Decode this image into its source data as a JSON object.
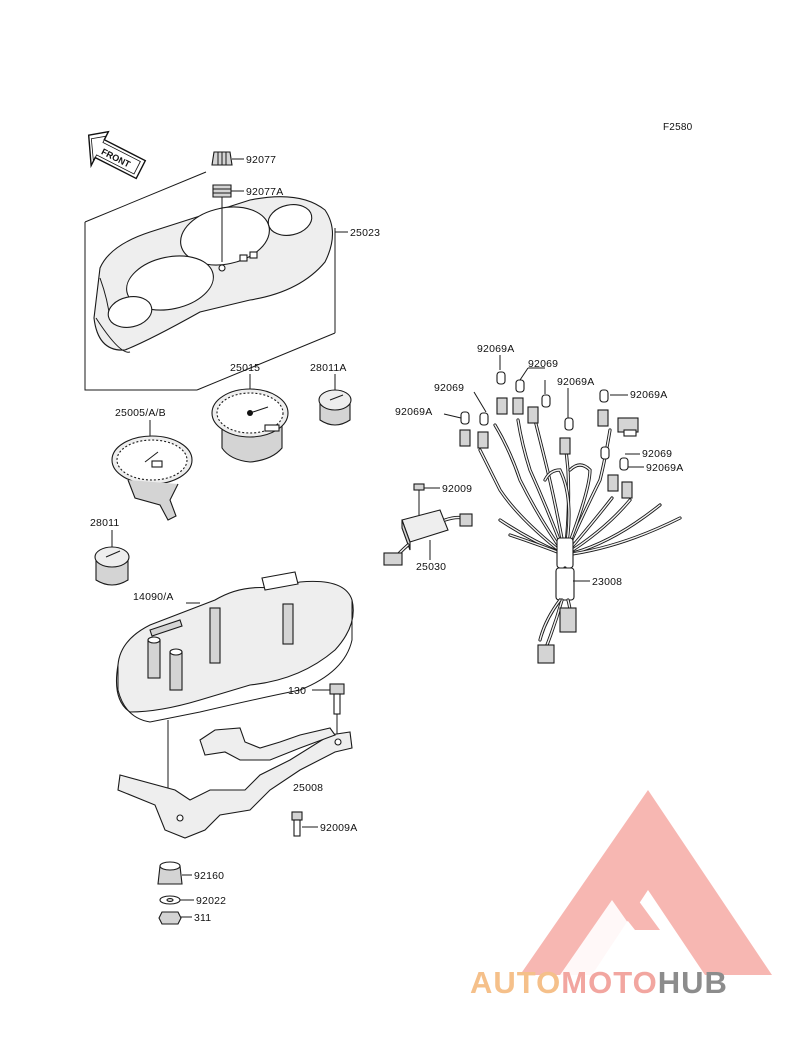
{
  "figure_code": "F2580",
  "front_arrow_text": "FRONT",
  "labels": {
    "p92077": "92077",
    "p92077A": "92077A",
    "p25023": "25023",
    "p25015": "25015",
    "p28011A": "28011A",
    "p25005AB": "25005/A/B",
    "p28011": "28011",
    "p14090A": "14090/A",
    "p130": "130",
    "p25008": "25008",
    "p92009A": "92009A",
    "p92160": "92160",
    "p92022": "92022",
    "p311": "311",
    "p92069A_1": "92069A",
    "p92069_1": "92069",
    "p92069_2": "92069",
    "p92069A_2": "92069A",
    "p92069A_3": "92069A",
    "p92069A_4": "92069A",
    "p92069_3": "92069",
    "p92069A_5": "92069A",
    "p92009": "92009",
    "p25030": "25030",
    "p23008": "23008"
  },
  "watermark": {
    "part1": "AUTO",
    "part2": "MOTO",
    "part3": "HUB",
    "colors": {
      "auto": "#f5c08a",
      "moto": "#f2a6a0",
      "hub": "#8c8c8c",
      "triangle": "#f6aaa5"
    }
  }
}
